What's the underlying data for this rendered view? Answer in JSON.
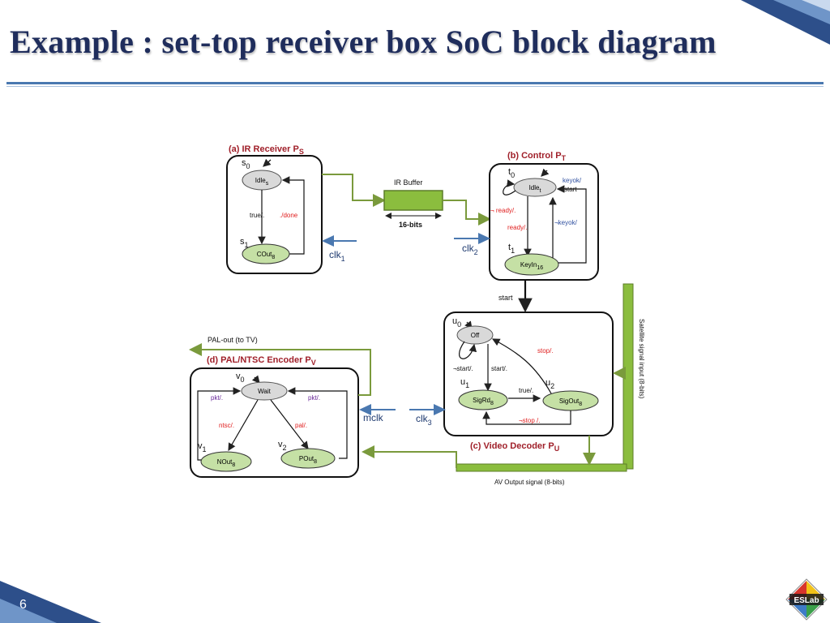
{
  "slide": {
    "title": "Example : set-top receiver box SoC block diagram",
    "page_number": "6",
    "logo_text": "ESLab"
  },
  "colors": {
    "title": "#1f2d5c",
    "rule": "#4a78b0",
    "state_idle": "#d9d9d9",
    "state_active": "#c5e0a5",
    "wire": "#7a9a3c",
    "clock_arrow": "#4a78b0",
    "panel_title": "#a0202a",
    "guard_red": "#e02020",
    "guard_blue": "#3050a0",
    "guard_purple": "#6a2a9a"
  },
  "diagram": {
    "ir": {
      "title": "(a) IR Receiver P",
      "title_sub": "S",
      "s0": "s",
      "s0_sub": "0",
      "s1": "s",
      "s1_sub": "1",
      "idle": "Idle",
      "idle_sub": "s",
      "cout": "COut",
      "cout_sub": "8",
      "true_label": "true/.",
      "done_label": "./done",
      "clk": "clk",
      "clk_sub": "1"
    },
    "buffer": {
      "title": "IR Buffer",
      "width": "16-bits"
    },
    "control": {
      "title": "(b) Control P",
      "title_sub": "T",
      "t0": "t",
      "t0_sub": "0",
      "t1": "t",
      "t1_sub": "1",
      "idle": "Idle",
      "idle_sub": "t",
      "keyin": "KeyIn",
      "keyin_sub": "16",
      "not_ready": "¬ ready/.",
      "ready": "ready/.",
      "keyok_start": "keyok/",
      "keyok_start2": "start",
      "not_keyok": "¬keyok/",
      "clk": "clk",
      "clk_sub": "2",
      "start": "start"
    },
    "video": {
      "title": "(c) Video Decoder P",
      "title_sub": "U",
      "u0": "u",
      "u0_sub": "0",
      "u1": "u",
      "u1_sub": "1",
      "u2": "u",
      "u2_sub": "2",
      "off": "Off",
      "sigrd": "SigRd",
      "sigrd_sub": "8",
      "sigout": "SigOut",
      "sigout_sub": "8",
      "stop": "stop/.",
      "not_start": "¬start/.",
      "start_label": "start/.",
      "true_label": "true/.",
      "not_stop": "¬stop /.",
      "clk": "clk",
      "clk_sub": "3",
      "satellite": "Satellite signal input (8-bits)",
      "av_output": "AV Output signal (8-bits)"
    },
    "encoder": {
      "title": "(d) PAL/NTSC Encoder P",
      "title_sub": "V",
      "pal_out": "PAL-out (to TV)",
      "v0": "v",
      "v0_sub": "0",
      "v1": "v",
      "v1_sub": "1",
      "v2": "v",
      "v2_sub": "2",
      "wait": "Wait",
      "nout": "NOut",
      "nout_sub": "8",
      "pout": "POut",
      "pout_sub": "8",
      "pkt_left": "pkt/.",
      "pkt_right": "pkt/.",
      "ntsc": "ntsc/.",
      "pal": "pal/.",
      "mclk": "mclk"
    }
  }
}
